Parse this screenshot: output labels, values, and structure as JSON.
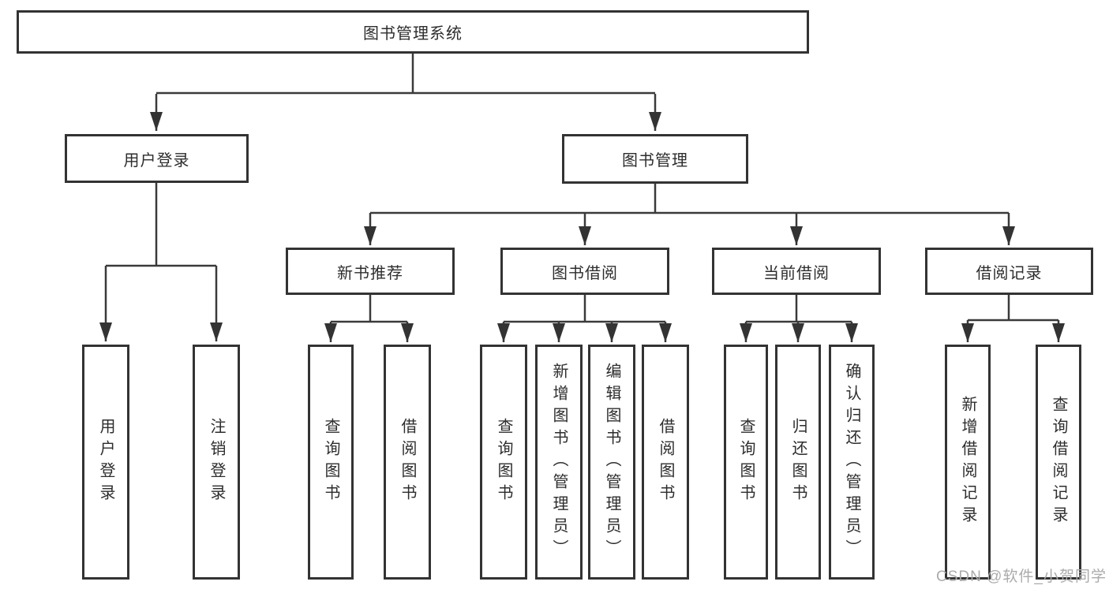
{
  "tree": {
    "label": "图书管理系统",
    "children": [
      {
        "label": "用户登录",
        "children": [
          {
            "label": "用户登录"
          },
          {
            "label": "注销登录"
          }
        ]
      },
      {
        "label": "图书管理",
        "children": [
          {
            "label": "新书推荐",
            "children": [
              {
                "label": "查询图书"
              },
              {
                "label": "借阅图书"
              }
            ]
          },
          {
            "label": "图书借阅",
            "children": [
              {
                "label": "查询图书"
              },
              {
                "label": "新增图书（管理员）"
              },
              {
                "label": "编辑图书（管理员）"
              },
              {
                "label": "借阅图书"
              }
            ]
          },
          {
            "label": "当前借阅",
            "children": [
              {
                "label": "查询图书"
              },
              {
                "label": "归还图书"
              },
              {
                "label": "确认归还（管理员）"
              }
            ]
          },
          {
            "label": "借阅记录",
            "children": [
              {
                "label": "新增借阅记录"
              },
              {
                "label": "查询借阅记录"
              }
            ]
          }
        ]
      }
    ]
  },
  "watermark": "CSDN @软件_小贺同学",
  "colors": {
    "line": "#3a3a3a",
    "arrow": "#333333",
    "border": "#333333",
    "text": "#2d2d2d",
    "watermark": "#ababab",
    "background": "#ffffff"
  }
}
